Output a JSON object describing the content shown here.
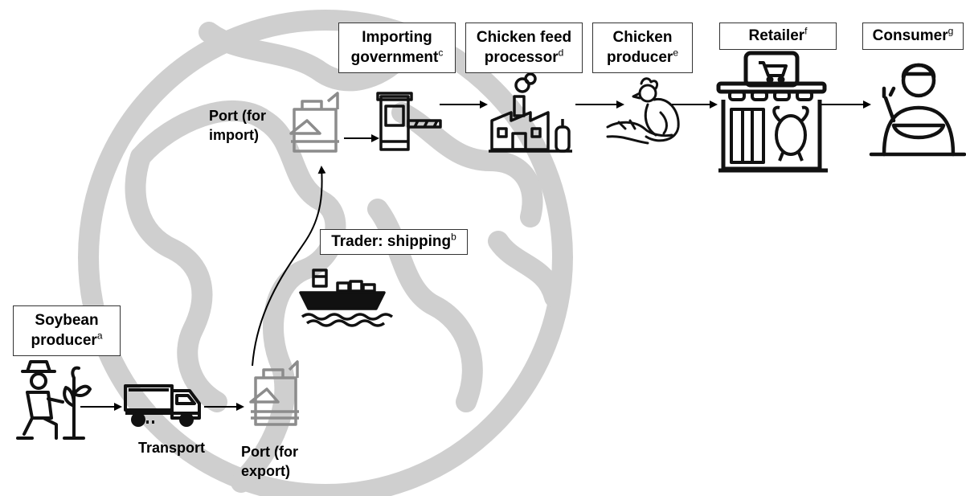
{
  "diagram": {
    "actors": {
      "soybean_producer": {
        "line1": "Soybean",
        "line2": "producer",
        "sup": "a"
      },
      "trader_shipping": {
        "text": "Trader: shipping",
        "sup": "b"
      },
      "importing_government": {
        "line1": "Importing",
        "line2": "government",
        "sup": "c"
      },
      "chicken_feed_processor": {
        "line1": "Chicken feed",
        "line2": "processor",
        "sup": "d"
      },
      "chicken_producer": {
        "line1": "Chicken",
        "line2": "producer",
        "sup": "e"
      },
      "retailer": {
        "text": "Retailer",
        "sup": "f"
      },
      "consumer": {
        "text": "Consumer",
        "sup": "g"
      }
    },
    "labels": {
      "port_import_line1": "Port (for",
      "port_import_line2": "import)",
      "transport": "Transport",
      "port_export_line1": "Port (for",
      "port_export_line2": "export)"
    },
    "icons": [
      "globe-icon",
      "farmer-icon",
      "truck-icon",
      "port-export-icon",
      "ship-icon",
      "port-import-icon",
      "customs-gate-icon",
      "factory-icon",
      "hen-icon",
      "shop-icon",
      "consumer-icon"
    ],
    "colors": {
      "globe": "#cccccc",
      "port": "#8c8c8c",
      "icon": "#111111"
    }
  }
}
